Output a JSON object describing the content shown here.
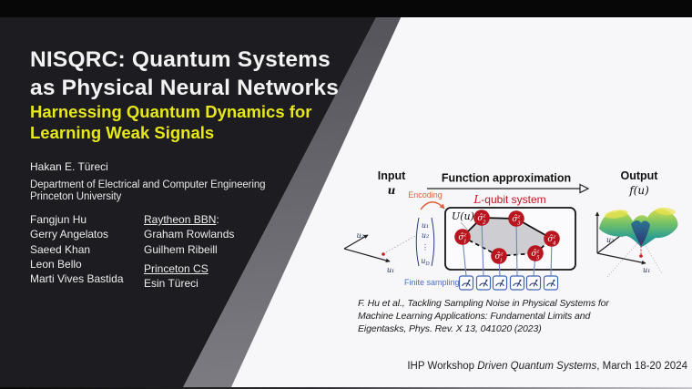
{
  "slide": {
    "title": "NISQRC: Quantum Systems\nas Physical Neural Networks",
    "subtitle": "Harnessing Quantum Dynamics for\nLearning Weak Signals",
    "author": "Hakan E. Türeci",
    "affiliation": "Department of Electrical and Computer Engineering\nPrinceton University"
  },
  "team": {
    "members": [
      "Fangjun Hu",
      "Gerry Angelatos",
      "Saeed Khan",
      "Leon Bello",
      "Marti Vives Bastida"
    ],
    "raytheon": {
      "heading": "Raytheon BBN",
      "colon": ":",
      "members": [
        "Graham Rowlands",
        "Guilhem Ribeill"
      ]
    },
    "princeton_cs": {
      "heading": "Princeton CS",
      "members": [
        "Esin Türeci"
      ]
    }
  },
  "diagram": {
    "input": {
      "label": "Input",
      "symbol": "u"
    },
    "arrow_label": "Function approximation",
    "system": {
      "prefix": "L",
      "rest": "-qubit system"
    },
    "encoding_label": "Encoding",
    "unitary_label": "U(u)",
    "vector": {
      "e1": "u₁",
      "e2": "u₂",
      "dots": "⋮",
      "eD": {
        "base": "u",
        "sub": "D"
      }
    },
    "input_axes": {
      "u1": "u₁",
      "u2": "u₂"
    },
    "qubits": [
      {
        "base": "σ̂",
        "sup": "z",
        "sub": "1"
      },
      {
        "base": "σ̂",
        "sup": "z",
        "sub": "2"
      },
      {
        "base": "σ̂",
        "sup": "z",
        "sub": "3"
      },
      {
        "base": "σ̂",
        "sup": "z",
        "sub": "4"
      },
      {
        "base": "σ̂",
        "sup": "z",
        "sub": "5"
      },
      {
        "base": "σ̂",
        "sup": "z",
        "sub": "l"
      }
    ],
    "finite_sampling": "Finite sampling",
    "output": {
      "label": "Output",
      "symbol": "f(u)"
    },
    "output_axes": {
      "u1": "u₁",
      "u2": "u₂"
    }
  },
  "citation": {
    "text": "F. Hu et al., Tackling Sampling Noise in Physical Systems for\nMachine Learning Applications: Fundamental Limits and\nEigentasks, Phys. Rev. X 13, 041020 (2023)"
  },
  "footer": {
    "pre": "IHP Workshop ",
    "event": "Driven Quantum Systems",
    "post": ", March 18-20 2024"
  },
  "colors": {
    "accent_yellow": "#e6e81a",
    "panel_charcoal": "#1d1c20",
    "qubit_red": "#b9151f",
    "system_label_red": "#c41420",
    "encoding_orange": "#dd6038",
    "sampling_blue": "#4a70c4",
    "background_white": "#f7f7f9"
  }
}
